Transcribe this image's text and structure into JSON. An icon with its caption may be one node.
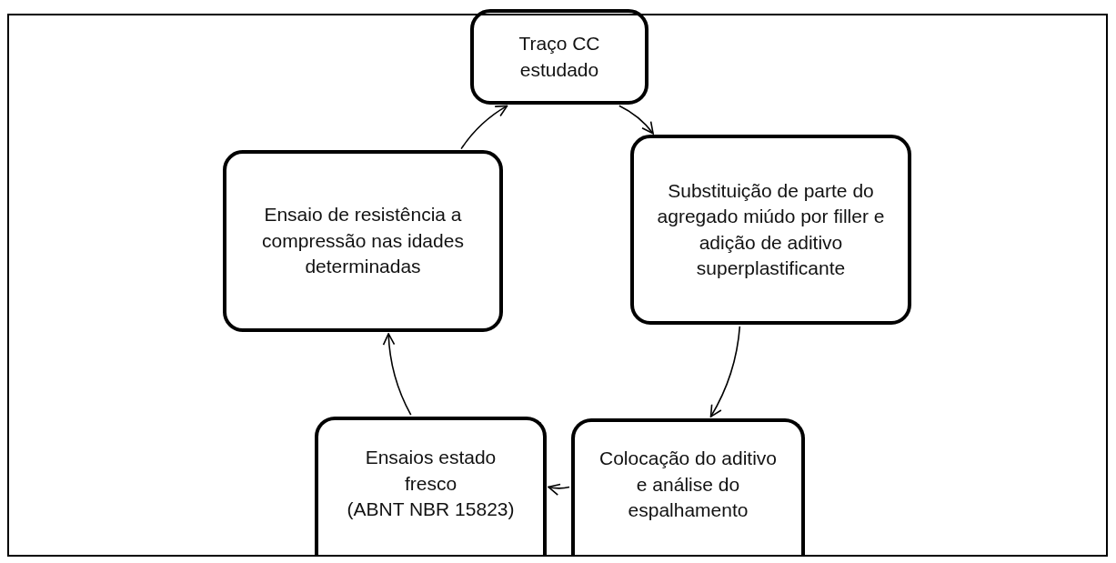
{
  "diagram": {
    "nodes": [
      {
        "text": [
          "Traço CC estudado"
        ]
      },
      {
        "text": [
          "Substituição de parte do agregado miúdo por filler e adição de aditivo superplastificante"
        ]
      },
      {
        "text": [
          "Colocação do aditivo e análise do espalhamento"
        ]
      },
      {
        "text": [
          "Ensaios estado fresco",
          "(ABNT NBR 15823)"
        ]
      },
      {
        "text": [
          "Ensaio de resistência a compressão nas idades determinadas"
        ]
      }
    ],
    "edges": [
      {
        "from": 0,
        "to": 1,
        "arrow": "to"
      },
      {
        "from": 1,
        "to": 2,
        "arrow": "to"
      },
      {
        "from": 2,
        "to": 3,
        "arrow": "to"
      },
      {
        "from": 3,
        "to": 4,
        "arrow": "to"
      },
      {
        "from": 4,
        "to": 0,
        "arrow": "to"
      }
    ]
  }
}
